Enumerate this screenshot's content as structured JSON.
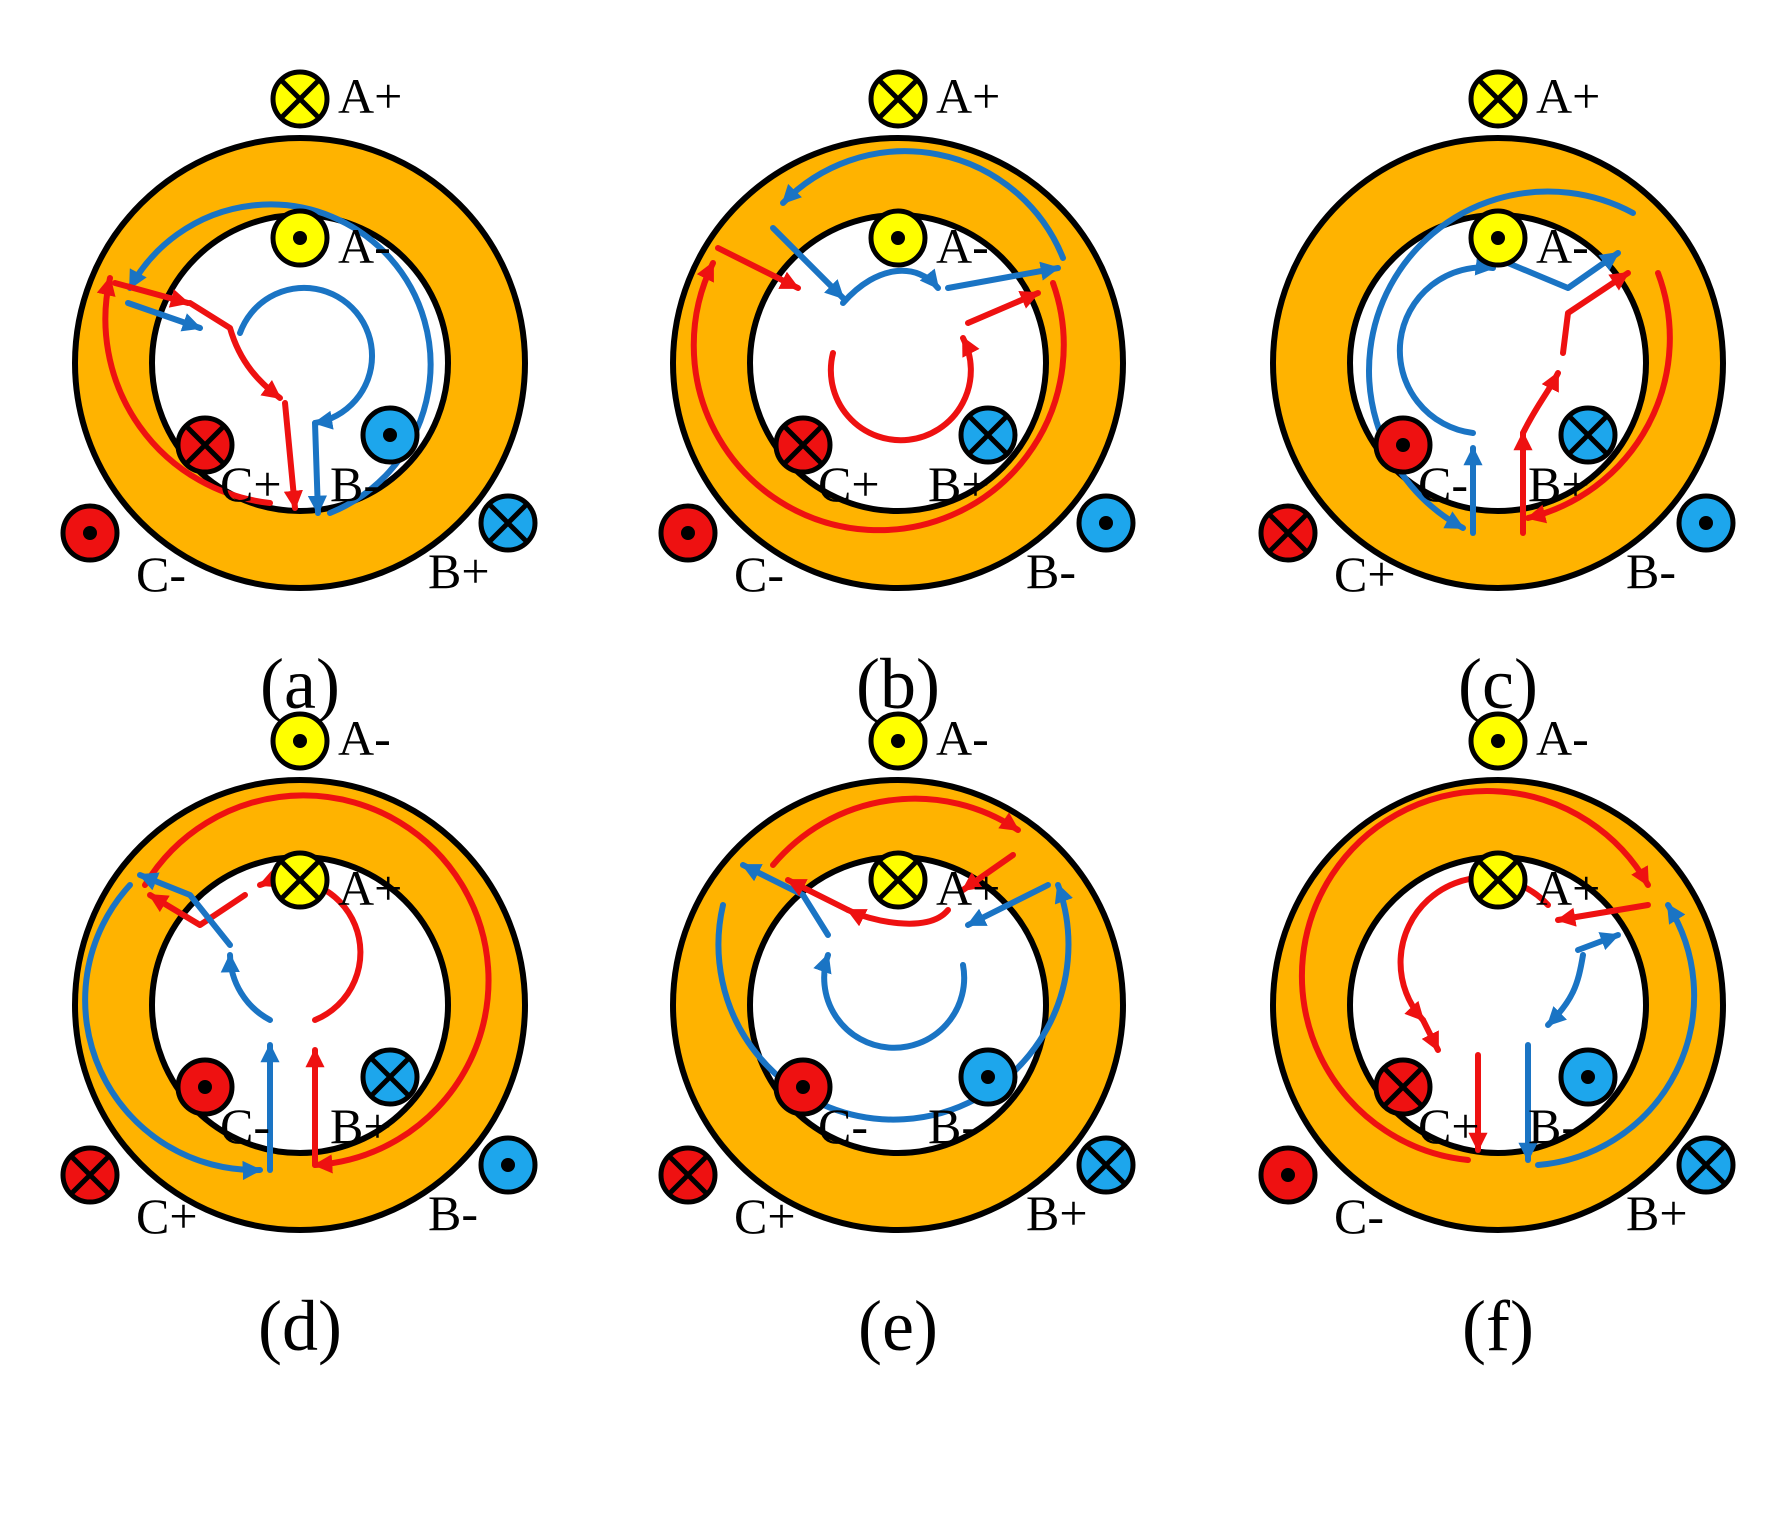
{
  "colors": {
    "core": "#FFB300",
    "outline": "#000000",
    "phase_a": "#FFFF00",
    "phase_b": "#1DA6EC",
    "phase_c": "#EE1111",
    "flux_red": "#EE1111",
    "flux_blue": "#1A74C4"
  },
  "symbols": {
    "dot": "current out of page (dot)",
    "cross": "current into page (cross)"
  },
  "panels": [
    {
      "id": "a",
      "caption": "(a)",
      "labels": {
        "outer_top": "A+",
        "inner_top": "A-",
        "inner_left": "C+",
        "inner_right": "B-",
        "outer_left": "C-",
        "outer_right": "B+"
      },
      "symbols": {
        "outer_top": "cross",
        "inner_top": "dot",
        "inner_left": "cross",
        "inner_right": "dot",
        "outer_left": "dot",
        "outer_right": "cross"
      }
    },
    {
      "id": "b",
      "caption": "(b)",
      "labels": {
        "outer_top": "A+",
        "inner_top": "A-",
        "inner_left": "C+",
        "inner_right": "B+",
        "outer_left": "C-",
        "outer_right": "B-"
      },
      "symbols": {
        "outer_top": "cross",
        "inner_top": "dot",
        "inner_left": "cross",
        "inner_right": "cross",
        "outer_left": "dot",
        "outer_right": "dot"
      }
    },
    {
      "id": "c",
      "caption": "(c)",
      "labels": {
        "outer_top": "A+",
        "inner_top": "A-",
        "inner_left": "C-",
        "inner_right": "B+",
        "outer_left": "C+",
        "outer_right": "B-"
      },
      "symbols": {
        "outer_top": "cross",
        "inner_top": "dot",
        "inner_left": "dot",
        "inner_right": "cross",
        "outer_left": "cross",
        "outer_right": "dot"
      }
    },
    {
      "id": "d",
      "caption": "(d)",
      "labels": {
        "outer_top": "A-",
        "inner_top": "A+",
        "inner_left": "C-",
        "inner_right": "B+",
        "outer_left": "C+",
        "outer_right": "B-"
      },
      "symbols": {
        "outer_top": "dot",
        "inner_top": "cross",
        "inner_left": "dot",
        "inner_right": "cross",
        "outer_left": "cross",
        "outer_right": "dot"
      }
    },
    {
      "id": "e",
      "caption": "(e)",
      "labels": {
        "outer_top": "A-",
        "inner_top": "A+",
        "inner_left": "C-",
        "inner_right": "B-",
        "outer_left": "C+",
        "outer_right": "B+"
      },
      "symbols": {
        "outer_top": "dot",
        "inner_top": "cross",
        "inner_left": "dot",
        "inner_right": "dot",
        "outer_left": "cross",
        "outer_right": "cross"
      }
    },
    {
      "id": "f",
      "caption": "(f)",
      "labels": {
        "outer_top": "A-",
        "inner_top": "A+",
        "inner_left": "C+",
        "inner_right": "B-",
        "outer_left": "C-",
        "outer_right": "B+"
      },
      "symbols": {
        "outer_top": "dot",
        "inner_top": "cross",
        "inner_left": "cross",
        "inner_right": "dot",
        "outer_left": "dot",
        "outer_right": "cross"
      }
    }
  ]
}
